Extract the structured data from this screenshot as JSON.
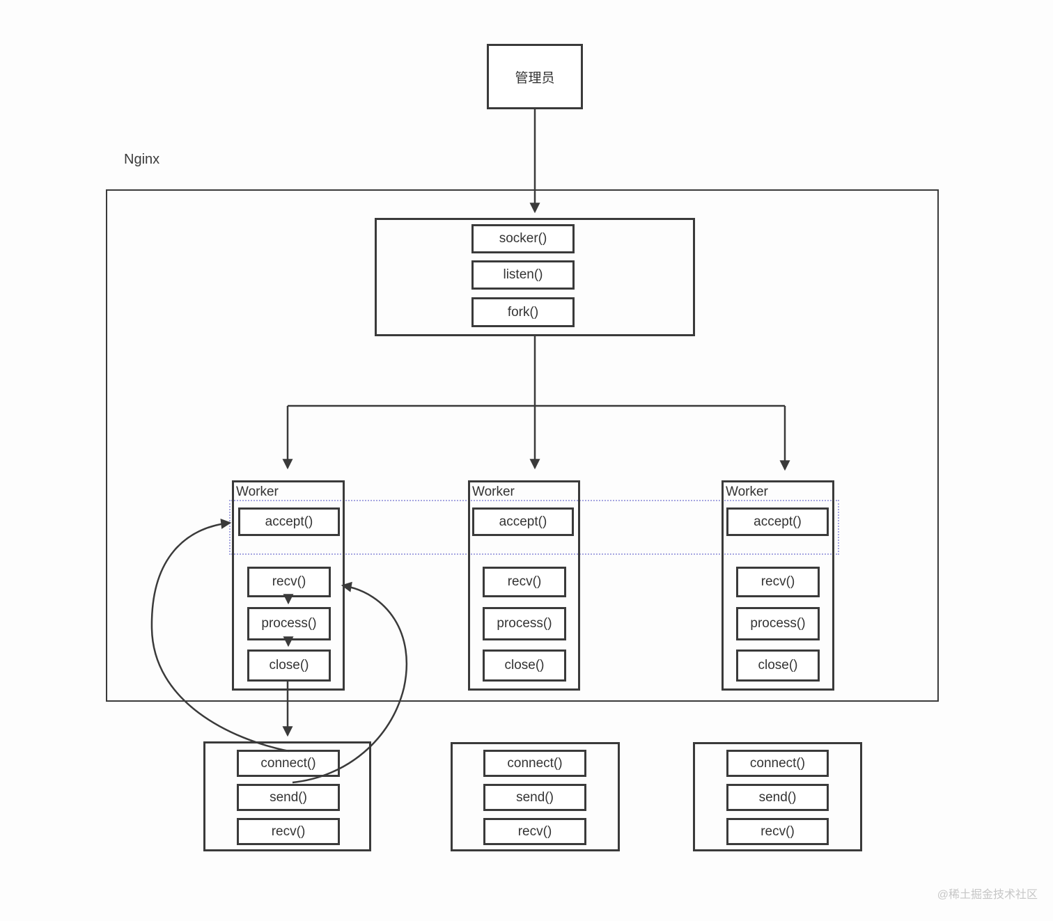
{
  "admin": {
    "label": "管理员"
  },
  "nginx": {
    "label": "Nginx"
  },
  "master": {
    "functions": [
      "socker()",
      "listen()",
      "fork()"
    ]
  },
  "workers": [
    {
      "title": "Worker",
      "accept": "accept()",
      "steps": [
        "recv()",
        "process()",
        "close()"
      ]
    },
    {
      "title": "Worker",
      "accept": "accept()",
      "steps": [
        "recv()",
        "process()",
        "close()"
      ]
    },
    {
      "title": "Worker",
      "accept": "accept()",
      "steps": [
        "recv()",
        "process()",
        "close()"
      ]
    }
  ],
  "clients": [
    {
      "steps": [
        "connect()",
        "send()",
        "recv()"
      ]
    },
    {
      "steps": [
        "connect()",
        "send()",
        "recv()"
      ]
    },
    {
      "steps": [
        "connect()",
        "send()",
        "recv()"
      ]
    }
  ],
  "edges": [
    "admin -> master",
    "master fork() -> worker x3",
    "worker close() -> client",
    "client connect() -> worker accept()",
    "client send() -> worker recv()",
    "recv() -> process() -> close()"
  ],
  "watermark": "@稀土掘金技术社区",
  "colors": {
    "line": "#3a3a3a",
    "text": "#333333",
    "dotted_region": "#a5a5e0",
    "watermark": "#c6c6c6",
    "background": "#fdfdfd"
  }
}
